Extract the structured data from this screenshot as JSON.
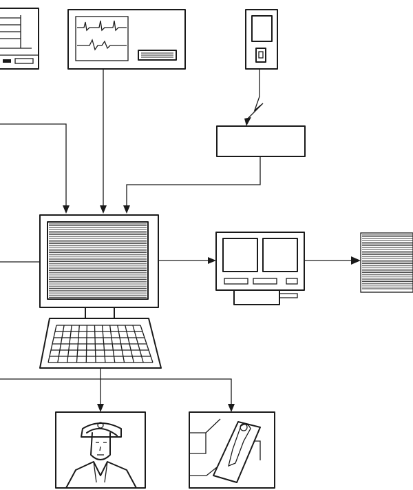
{
  "diagram": {
    "components": [
      {
        "id": "left-device",
        "name": "left-device-unit"
      },
      {
        "id": "signal-monitor",
        "name": "waveform-monitor"
      },
      {
        "id": "handheld",
        "name": "handheld-device"
      },
      {
        "id": "receiver",
        "name": "receiver-box"
      },
      {
        "id": "computer",
        "name": "central-computer"
      },
      {
        "id": "keyboard",
        "name": "keyboard"
      },
      {
        "id": "imaging-station",
        "name": "imaging-console"
      },
      {
        "id": "printout",
        "name": "printed-output"
      },
      {
        "id": "operator",
        "name": "operator-portrait"
      },
      {
        "id": "patient-scan",
        "name": "patient-scan-image"
      }
    ],
    "connections": [
      {
        "from": "left-device",
        "to": "computer"
      },
      {
        "from": "signal-monitor",
        "to": "computer"
      },
      {
        "from": "handheld",
        "to": "receiver",
        "style": "wireless"
      },
      {
        "from": "receiver",
        "to": "computer"
      },
      {
        "from": "computer",
        "to": "imaging-station"
      },
      {
        "from": "imaging-station",
        "to": "printout"
      },
      {
        "from": "computer",
        "to": "operator"
      },
      {
        "from": "computer",
        "to": "patient-scan"
      }
    ]
  }
}
